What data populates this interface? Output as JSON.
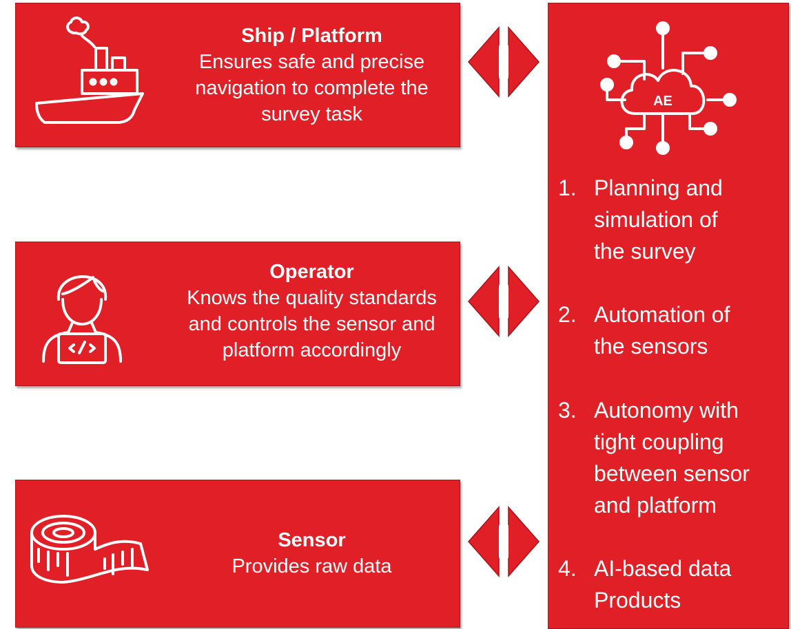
{
  "ship": {
    "title": "Ship / Platform",
    "description": "Ensures safe and precise\nnavigation to complete the\nsurvey task"
  },
  "operator": {
    "title": "Operator",
    "description": "Knows the quality standards\nand controls the sensor and\nplatform accordingly"
  },
  "sensor": {
    "title": "Sensor",
    "description": "Provides raw data"
  },
  "ae": {
    "icon_label": "AE",
    "items": [
      {
        "number": "1.",
        "text": "Planning and\nsimulation of\nthe survey"
      },
      {
        "number": "2.",
        "text": "Automation of\nthe sensors"
      },
      {
        "number": "3.",
        "text": "Autonomy with\ntight coupling\nbetween sensor\nand platform"
      },
      {
        "number": "4.",
        "text": "AI-based data\nProducts"
      }
    ]
  },
  "colors": {
    "box_fill": "#e01f27",
    "text": "#ffffff"
  },
  "icons": [
    "ship-icon",
    "operator-laptop-icon",
    "measuring-tape-icon",
    "ai-cloud-network-icon",
    "double-arrow-icon"
  ]
}
